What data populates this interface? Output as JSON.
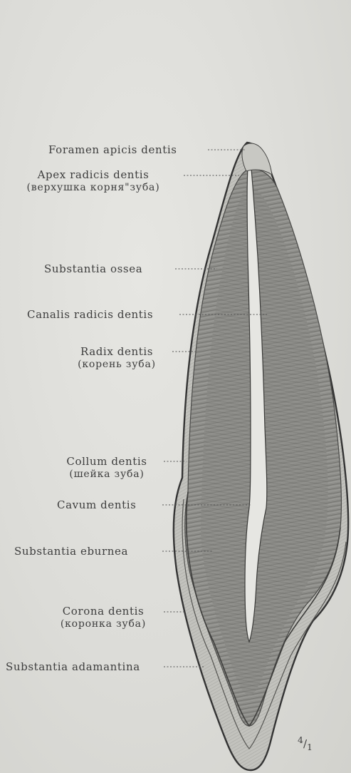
{
  "labels": {
    "foramen": "Foramen apicis dentis",
    "apex": "Apex radicis dentis",
    "apex_ru": "(верхушка корня\"зуба)",
    "ossea": "Substantia ossea",
    "canalis": "Canalis radicis dentis",
    "radix": "Radix dentis",
    "radix_ru": "(корень зуба)",
    "collum": "Collum dentis",
    "collum_ru": "(шейка зуба)",
    "cavum": "Cavum dentis",
    "eburnea": "Substantia eburnea",
    "corona": "Corona dentis",
    "corona_ru": "(коронка зуба)",
    "adamantina": "Substantia adamantina"
  },
  "scale": {
    "num": "4",
    "den": "1"
  },
  "colors": {
    "background": "#dcdcd8",
    "outline": "#3a3a3a",
    "dentin": "#8a8a86",
    "enamel": "#c4c4bf",
    "cementum": "#d0d0cb",
    "pulp": "#e4e4e0"
  }
}
